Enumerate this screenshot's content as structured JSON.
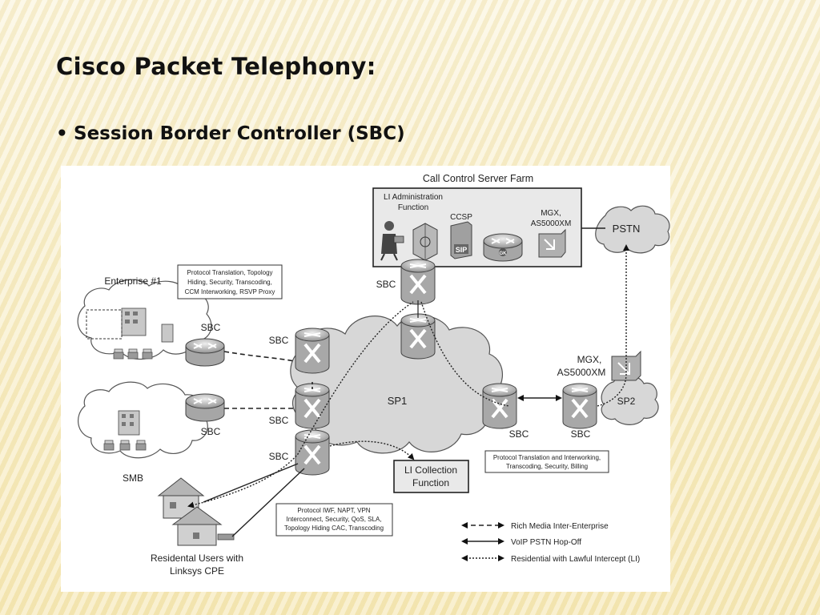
{
  "slide": {
    "title": "Cisco Packet Telephony:",
    "bullet": "Session Border Controller (SBC)",
    "bullet_marker": "•"
  },
  "diagram": {
    "server_farm": {
      "title": "Call Control Server Farm",
      "li_admin": "LI Administration",
      "li_admin_2": "Function",
      "ccsp": "CCSP",
      "sip": "SIP",
      "gk": "GK",
      "mgx_top": "MGX,",
      "mgx_top_2": "AS5000XM"
    },
    "pstn": "PSTN",
    "enterprise": "Enterprise #1",
    "smb": "SMB",
    "sp1": "SP1",
    "sp2": "SP2",
    "mgx_sp2": "MGX,",
    "mgx_sp2_2": "AS5000XM",
    "sbc": "SBC",
    "li_collection": "LI Collection",
    "li_collection_2": "Function",
    "residential": "Residental Users with",
    "residential_2": "Linksys CPE",
    "note_enterprise": [
      "Protocol Translation, Topology",
      "Hiding, Security, Transcoding,",
      "CCM Interworking, RSVP Proxy"
    ],
    "note_residential": [
      "Protocol IWF, NAPT, VPN",
      "Interconnect, Security, QoS, SLA,",
      "Topology Hiding CAC, Transcoding"
    ],
    "note_sp": [
      "Protocol Translation and Interworking,",
      "Transcoding, Security, Billing"
    ],
    "legend": {
      "dashed": "Rich Media Inter-Enterprise",
      "solid": "VoIP PSTN Hop-Off",
      "dotted": "Residential with Lawful Intercept (LI)"
    }
  }
}
